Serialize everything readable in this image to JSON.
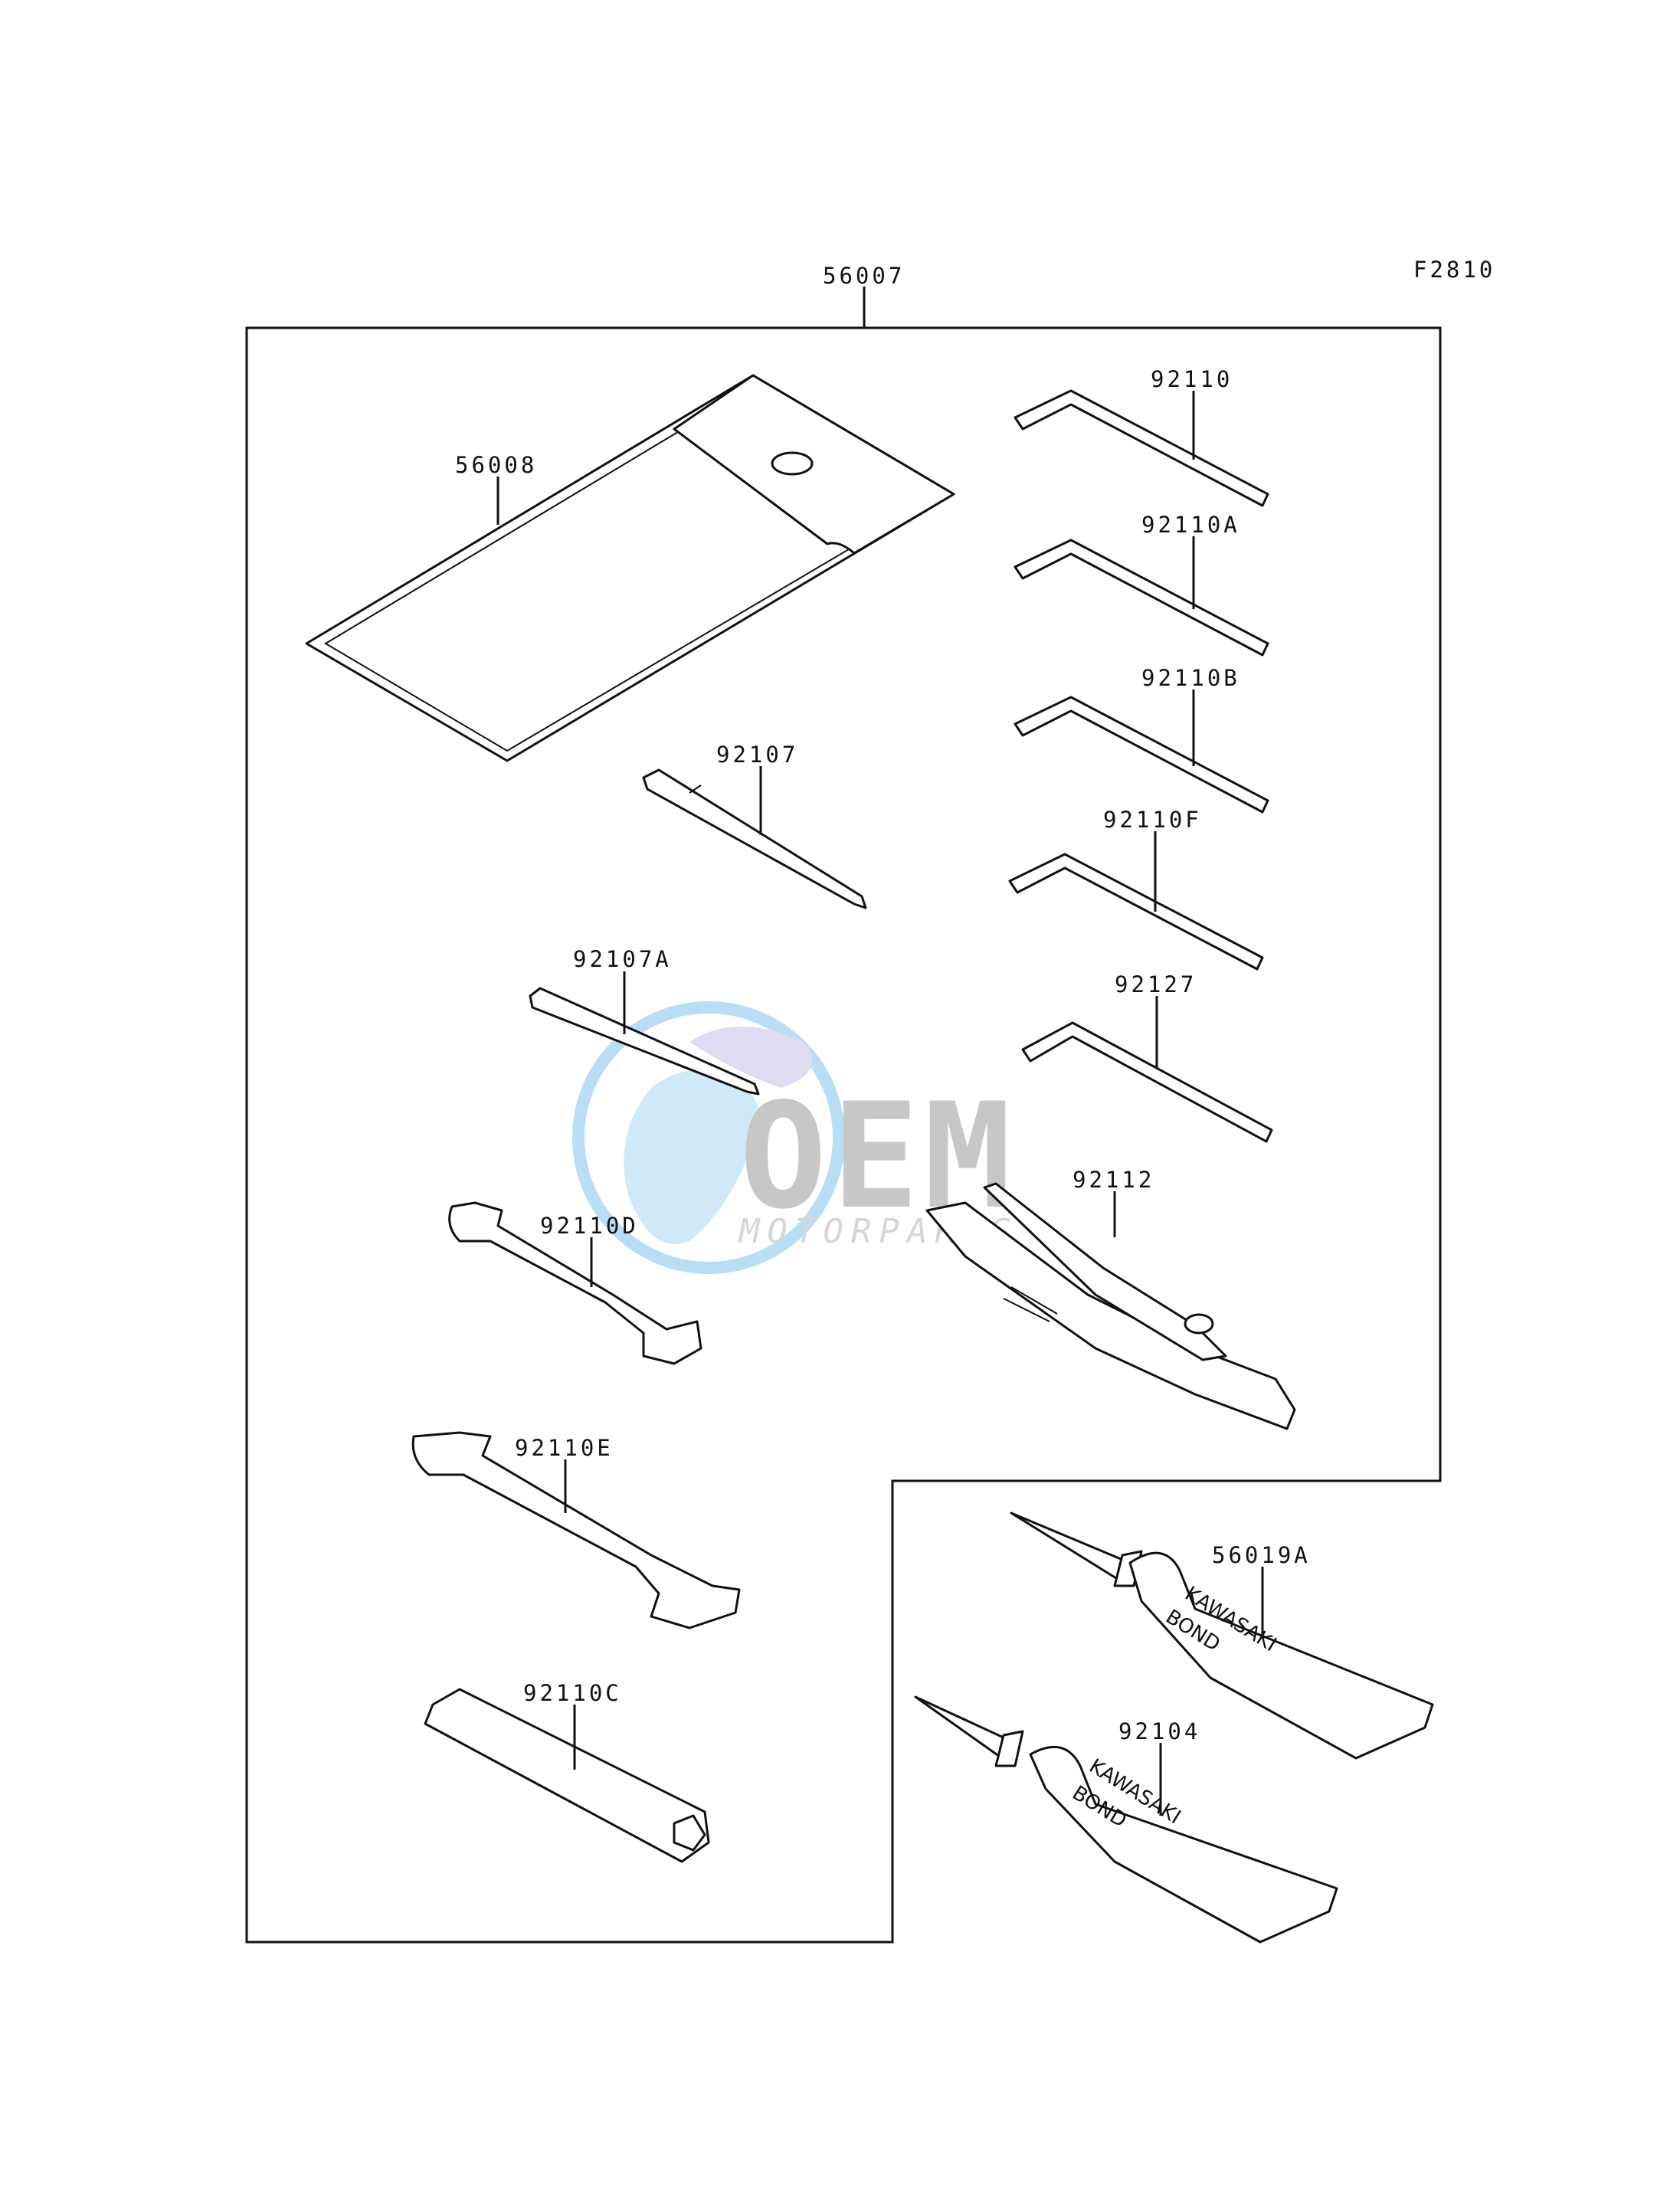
{
  "figure_code": "F2810",
  "callouts": {
    "kit": "56007",
    "pouch": "56008",
    "hex_92110": "92110",
    "hex_92110a": "92110A",
    "hex_92110b": "92110B",
    "hex_92110f": "92110F",
    "hex_92127": "92127",
    "driver_92107": "92107",
    "driver_92107a": "92107A",
    "pliers": "92112",
    "wrench_d": "92110D",
    "wrench_e": "92110E",
    "socket_c": "92110C",
    "bond_a": "56019A",
    "bond_b": "92104"
  },
  "tube_text": {
    "brand": "KAWASAKI",
    "product": "BOND"
  },
  "watermark": {
    "brand": "OEM",
    "sub": "MOTORPARTS"
  }
}
